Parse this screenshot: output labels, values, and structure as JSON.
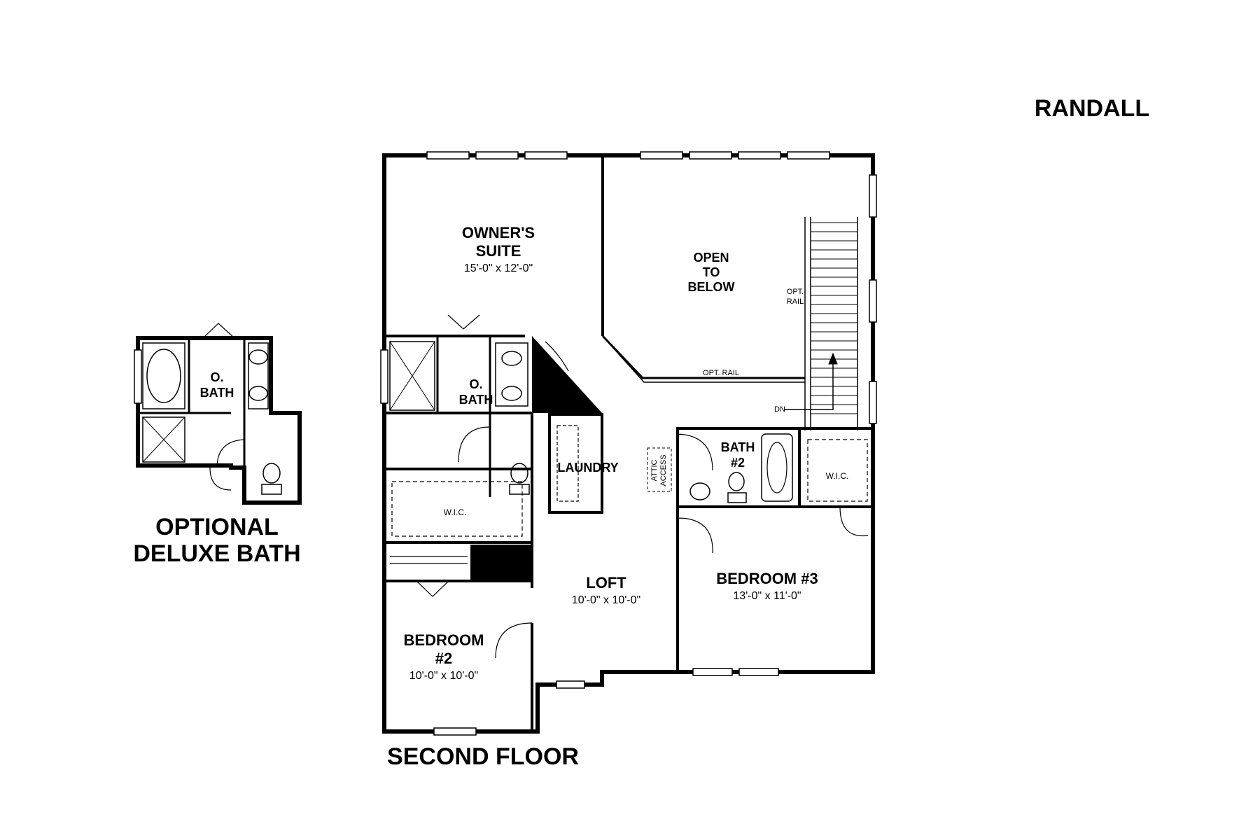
{
  "plan_name": "RANDALL",
  "floor_title": "SECOND FLOOR",
  "optional": {
    "title_line1": "OPTIONAL",
    "title_line2": "DELUXE BATH",
    "bath_line1": "O.",
    "bath_line2": "BATH"
  },
  "rooms": {
    "owners_suite": {
      "line1": "OWNER'S",
      "line2": "SUITE",
      "dim": "15'-0\" x 12'-0\""
    },
    "open_below": {
      "line1": "OPEN",
      "line2": "TO",
      "line3": "BELOW"
    },
    "o_bath": {
      "line1": "O.",
      "line2": "BATH"
    },
    "laundry": {
      "name": "LAUNDRY"
    },
    "attic": {
      "line1": "ATTIC",
      "line2": "ACCESS"
    },
    "bath2": {
      "line1": "BATH",
      "line2": "#2"
    },
    "wic_owner": {
      "name": "W.I.C."
    },
    "wic_bed3": {
      "name": "W.I.C."
    },
    "loft": {
      "name": "LOFT",
      "dim": "10'-0\" x 10'-0\""
    },
    "bedroom3": {
      "name": "BEDROOM #3",
      "dim": "13'-0\" x 11'-0\""
    },
    "bedroom2": {
      "line1": "BEDROOM",
      "line2": "#2",
      "dim": "10'-0\" x 10'-0\""
    }
  },
  "notes": {
    "opt_rail_stair_1": "OPT.",
    "opt_rail_stair_2": "RAIL",
    "opt_rail_bottom": "OPT. RAIL",
    "dn": "DN"
  }
}
